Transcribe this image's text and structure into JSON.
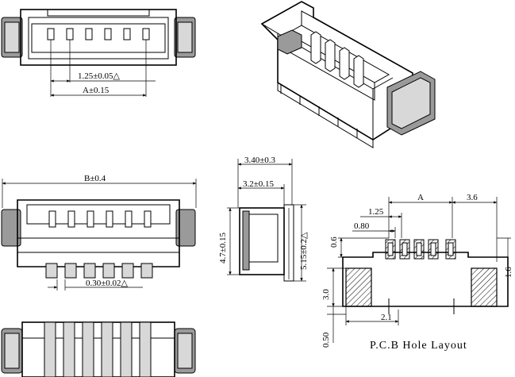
{
  "labels": {
    "pitch_tol": "1.25±0.05△",
    "a_tol": "A±0.15",
    "b_tol": "B±0.4",
    "pin_width_tol": "0.30±0.02△",
    "depth_340": "3.40±0.3",
    "depth_32": "3.2±0.15",
    "height_47": "4.7±0.15",
    "height_515": "5.15±0.2△",
    "pcb_a": "A",
    "pcb_36": "3.6",
    "pcb_125": "1.25",
    "pcb_080": "0.80",
    "pcb_06": "0.6",
    "pcb_16": "1.6",
    "pcb_30": "3.0",
    "pcb_21": "2.1",
    "pcb_050": "0.50",
    "pcb_caption": "P.C.B Hole Layout"
  }
}
